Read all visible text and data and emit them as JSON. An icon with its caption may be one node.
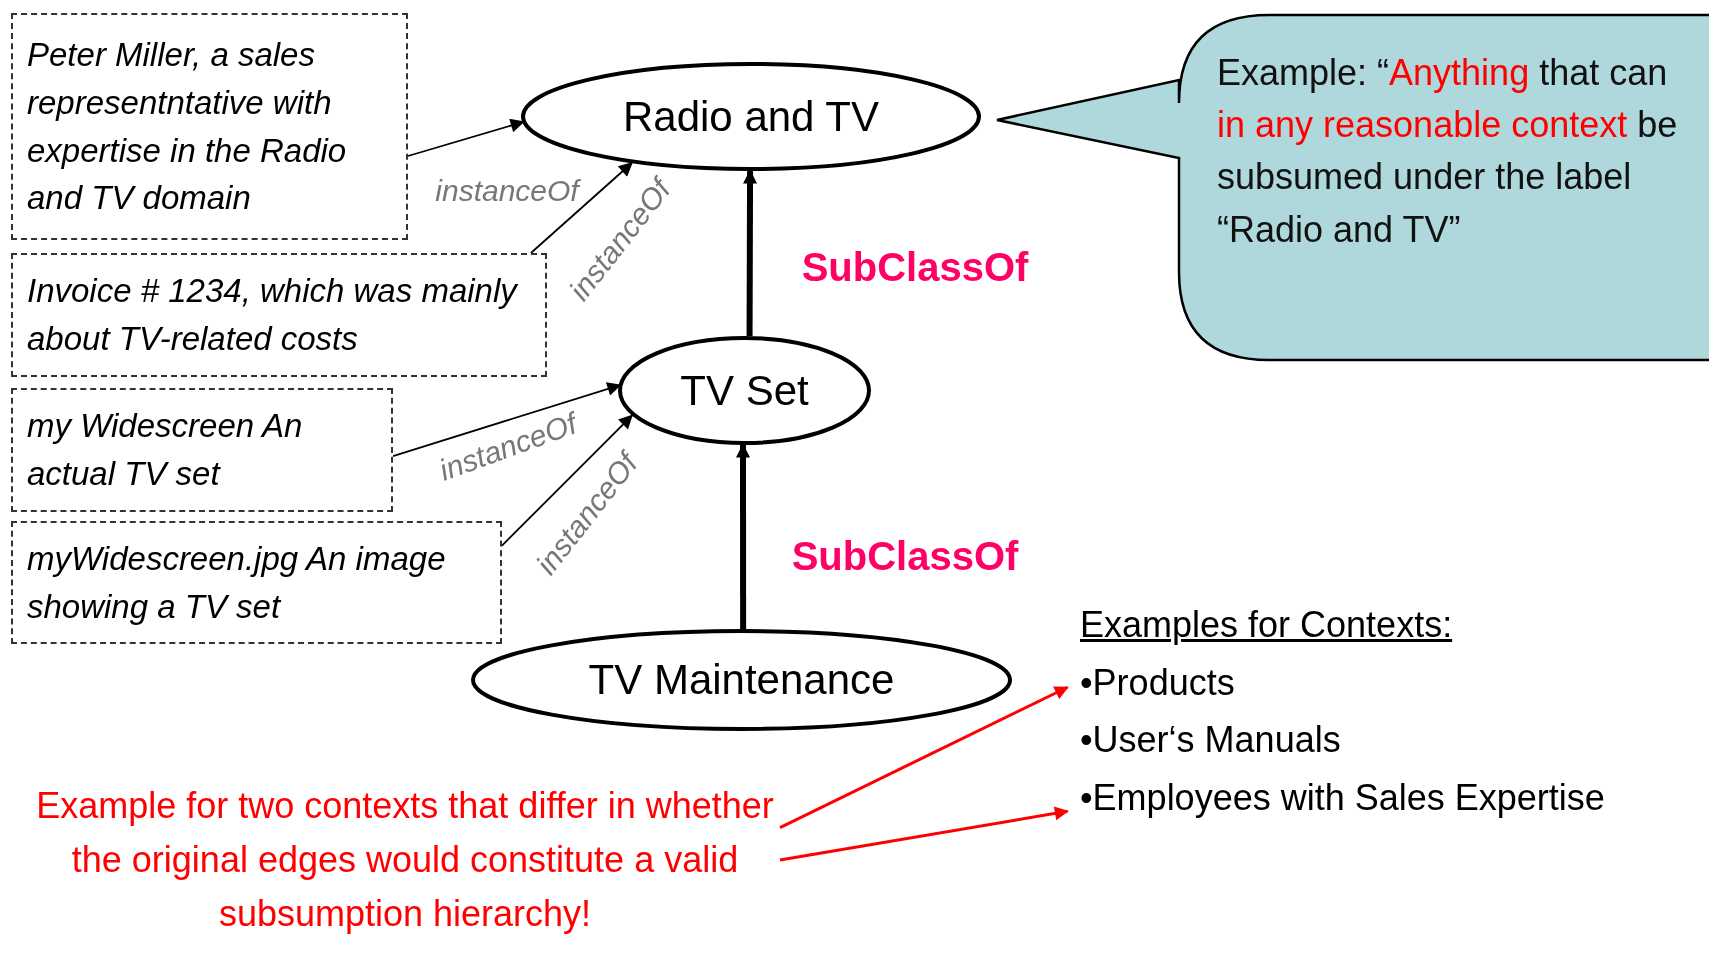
{
  "diagram": {
    "nodes": [
      {
        "text": [
          "Peter Miller, a sales representntative with expertise in the Radio and TV domain"
        ]
      },
      {
        "text": [
          "Invoice # 1234, which was mainly about TV-related costs"
        ]
      },
      {
        "text": [
          "my Widescreen An actual TV set"
        ]
      },
      {
        "text": [
          "myWidescreen.jpg An image showing a TV set"
        ]
      },
      {
        "text": [
          "Radio and TV"
        ]
      },
      {
        "text": [
          "TV Set"
        ]
      },
      {
        "text": [
          "TV Maintenance"
        ]
      },
      {
        "text": [
          "Example: “**Anything** that can **in any reasonable context** be subsumed under the label “Radio and TV”"
        ]
      },
      {
        "text": [
          "Examples for Contexts:",
          "•Products",
          "•User‘s Manuals",
          "•Employees with Sales Expertise"
        ]
      },
      {
        "text": [
          "Example for two contexts that differ in whether the original edges would constitute a valid subsumption hierarchy!"
        ]
      }
    ],
    "edges": [
      {
        "from": 0,
        "to": 4,
        "arrow": "to",
        "label": "instanceOf"
      },
      {
        "from": 1,
        "to": 4,
        "arrow": "to",
        "label": "instanceOf"
      },
      {
        "from": 2,
        "to": 5,
        "arrow": "to",
        "label": "instanceOf"
      },
      {
        "from": 3,
        "to": 5,
        "arrow": "to",
        "label": "instanceOf"
      },
      {
        "from": 5,
        "to": 4,
        "arrow": "to",
        "label": "SubClassOf",
        "style": "thick"
      },
      {
        "from": 6,
        "to": 5,
        "arrow": "to",
        "label": "SubClassOf",
        "style": "thick"
      },
      {
        "from": 9,
        "to": 8,
        "arrow": "to",
        "color": "#ff0000"
      },
      {
        "from": 9,
        "to": 8,
        "arrow": "to",
        "color": "#ff0000"
      }
    ]
  }
}
